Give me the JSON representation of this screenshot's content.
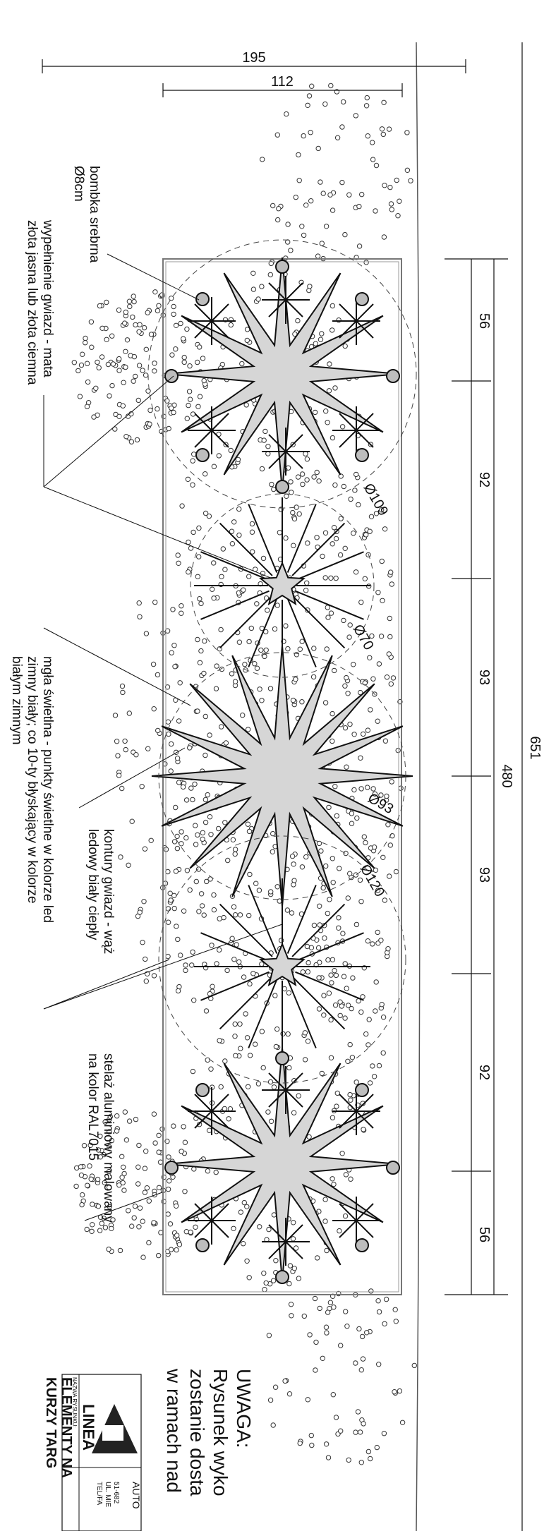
{
  "dimensions": {
    "total_width": "195",
    "inner_width": "112",
    "total_height": "651",
    "frame_height": "480",
    "segments": [
      "56",
      "92",
      "93",
      "93",
      "92",
      "56"
    ],
    "diameters": [
      "Ø109",
      "Ø70",
      "Ø93",
      "Ø120"
    ]
  },
  "labels": {
    "bauble": [
      "bombka srebrna",
      "Ø8cm"
    ],
    "fill": [
      "wypełnienie gwiazd - mata",
      "złota jasna lub złota ciemna"
    ],
    "mist": [
      "mgła świetlna - punkty świetlne w kolorze led",
      "zimny biały; co 10-ty błyskający w kolorze",
      "białym zimnym"
    ],
    "contours": [
      "kontury gwiazd  - wąż",
      "ledowy biały ciepły"
    ],
    "frame": [
      "stelaż aluminiowy malowany",
      "na kolor RAL7015"
    ]
  },
  "note": {
    "title": "UWAGA:",
    "lines": [
      "Rysunek wyko",
      "zostanie dosta",
      "w ramach nad"
    ]
  },
  "title_block": {
    "company_short": "AUTO",
    "address_1": "51-682",
    "address_2": "UL. MIE",
    "address_3": "TEL/FA",
    "logo_text": "LINEA",
    "name_caption": "NAZWA RYSUNKU:",
    "name_1": "ELEMENTY NA",
    "name_2": "KURZY TARG"
  },
  "colors": {
    "line": "#111111",
    "star_fill": "#d6d6d6",
    "frame": "#777777",
    "bauble": "#bdbdbd"
  }
}
